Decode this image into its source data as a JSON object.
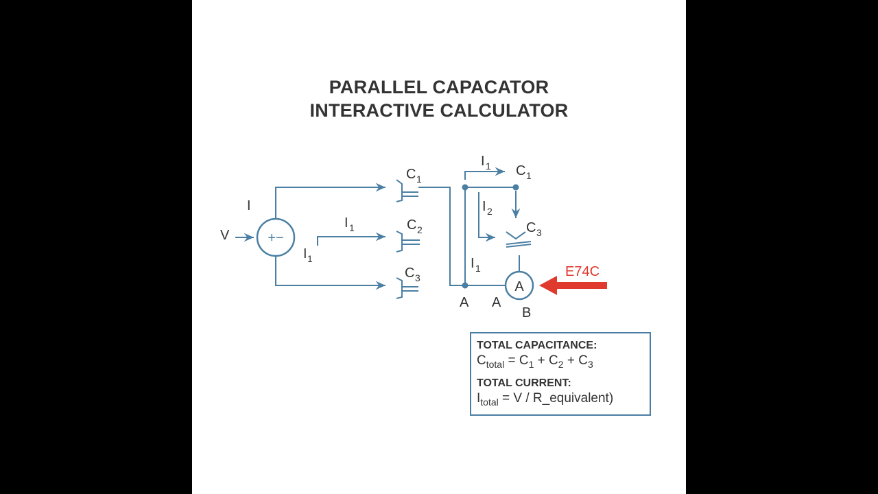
{
  "title": {
    "line1": "PARALLEL CAPACATOR",
    "line2": "INTERACTIVE CALCULATOR"
  },
  "colors": {
    "wire": "#4a7fa3",
    "text": "#333333",
    "arrow": "#e03a2f",
    "background": "#ffffff",
    "letterbox": "#000000"
  },
  "circuit": {
    "source_label": "I",
    "voltage_label": "V",
    "source_symbol": "+−",
    "branch_current_label": "I",
    "branch_current_sub": "1",
    "left_current_label": "I",
    "left_current_sub": "1",
    "capacitors": [
      {
        "label": "C",
        "sub": "1"
      },
      {
        "label": "C",
        "sub": "2"
      },
      {
        "label": "C",
        "sub": "3"
      }
    ],
    "right": {
      "top_current_label": "I",
      "top_current_sub": "1",
      "top_cap_label": "C",
      "top_cap_sub": "1",
      "mid_current_label": "I",
      "mid_current_sub": "2",
      "mid_cap_label": "C",
      "mid_cap_sub": "3",
      "low_current_label": "I",
      "low_current_sub": "1",
      "node_a1": "A",
      "node_a2": "A",
      "node_b": "B",
      "meter_symbol": "A",
      "arrow_label": "E74C"
    }
  },
  "formulas": {
    "capacitance_heading": "TOTAL CAPACITANCE:",
    "capacitance": {
      "lhs": "C",
      "lhs_sub": "total",
      "eq": " = ",
      "t1": "C",
      "t1_sub": "1",
      "plus1": " + ",
      "t2": "C",
      "t2_sub": "2",
      "plus2": " + ",
      "t3": "C",
      "t3_sub": "3"
    },
    "current_heading": "TOTAL CURRENT:",
    "current": {
      "lhs": "I",
      "lhs_sub": "total",
      "rhs": " = V / R_equivalent)"
    }
  }
}
